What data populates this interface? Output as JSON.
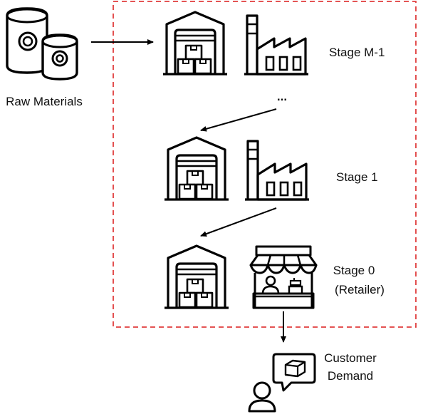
{
  "labels": {
    "raw_materials": "Raw Materials",
    "stage_m1": "Stage M-1",
    "ellipsis": "...",
    "stage_1": "Stage 1",
    "stage_0": "Stage 0",
    "retailer": "(Retailer)",
    "customer": "Customer",
    "demand": "Demand"
  },
  "colors": {
    "boundary": "#e03c3c",
    "ink": "#000000"
  },
  "icons": {
    "raw_materials": "barrels-icon",
    "warehouse": "warehouse-icon",
    "factory": "factory-icon",
    "shop": "market-stall-icon",
    "customer": "person-with-package-bubble-icon"
  }
}
